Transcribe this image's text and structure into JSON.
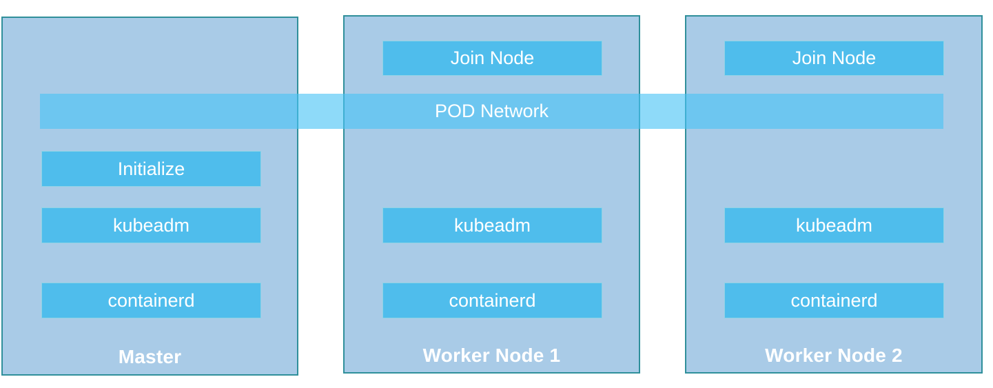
{
  "nodes": [
    {
      "label": "Master",
      "components": {
        "initialize": "Initialize",
        "kubeadm": "kubeadm",
        "containerd": "containerd"
      }
    },
    {
      "label": "Worker Node 1",
      "components": {
        "join": "Join Node",
        "kubeadm": "kubeadm",
        "containerd": "containerd"
      }
    },
    {
      "label": "Worker Node 2",
      "components": {
        "join": "Join Node",
        "kubeadm": "kubeadm",
        "containerd": "containerd"
      }
    }
  ],
  "pod_network": "POD Network",
  "colors": {
    "node_fill": "#a9cbe7",
    "node_border": "#2f8f9a",
    "component_fill": "#4fbdec",
    "network_fill": "#49c4f5",
    "text": "#ffffff"
  }
}
